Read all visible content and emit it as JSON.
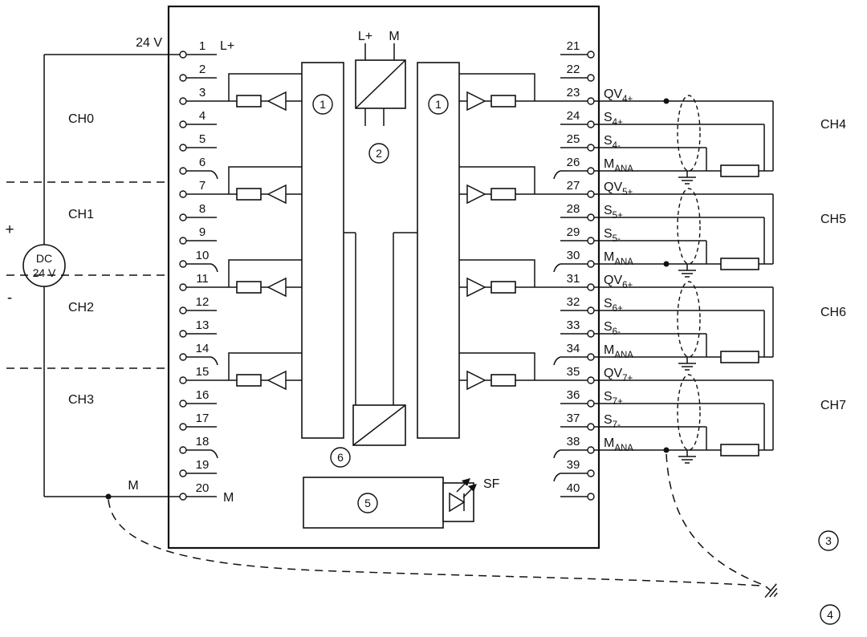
{
  "diagram": {
    "power": {
      "line_24v": "24 V",
      "m_label": "M",
      "plus": "+",
      "minus": "-",
      "dc_line1": "DC",
      "dc_line2": "24 V"
    },
    "module": {
      "top_lplus": "L+",
      "top_m": "M",
      "terminal1_label": "L+",
      "terminal20_label": "M",
      "callout_dac_left": "1",
      "callout_dac_right": "1",
      "callout_power": "2",
      "callout_status": "5",
      "callout_isolation": "6",
      "sf": "SF"
    },
    "callout_shield": "3",
    "callout_ground": "4",
    "left_channels": [
      "CH0",
      "CH1",
      "CH2",
      "CH3"
    ],
    "right_channels": [
      "CH4",
      "CH5",
      "CH6",
      "CH7"
    ],
    "left_terminals": [
      "1",
      "2",
      "3",
      "4",
      "5",
      "6",
      "7",
      "8",
      "9",
      "10",
      "11",
      "12",
      "13",
      "14",
      "15",
      "16",
      "17",
      "18",
      "19",
      "20"
    ],
    "right_terminals": [
      "21",
      "22",
      "23",
      "24",
      "25",
      "26",
      "27",
      "28",
      "29",
      "30",
      "31",
      "32",
      "33",
      "34",
      "35",
      "36",
      "37",
      "38",
      "39",
      "40"
    ],
    "right_pins": [
      {
        "main": "QV",
        "sub": "4+"
      },
      {
        "main": "S",
        "sub": "4+"
      },
      {
        "main": "S",
        "sub": "4-"
      },
      {
        "main": "M",
        "sub": "ANA"
      },
      {
        "main": "QV",
        "sub": "5+"
      },
      {
        "main": "S",
        "sub": "5+"
      },
      {
        "main": "S",
        "sub": "5-"
      },
      {
        "main": "M",
        "sub": "ANA"
      },
      {
        "main": "QV",
        "sub": "6+"
      },
      {
        "main": "S",
        "sub": "6+"
      },
      {
        "main": "S",
        "sub": "6-"
      },
      {
        "main": "M",
        "sub": "ANA"
      },
      {
        "main": "QV",
        "sub": "7+"
      },
      {
        "main": "S",
        "sub": "7+"
      },
      {
        "main": "S",
        "sub": "7-"
      },
      {
        "main": "M",
        "sub": "ANA"
      }
    ]
  }
}
